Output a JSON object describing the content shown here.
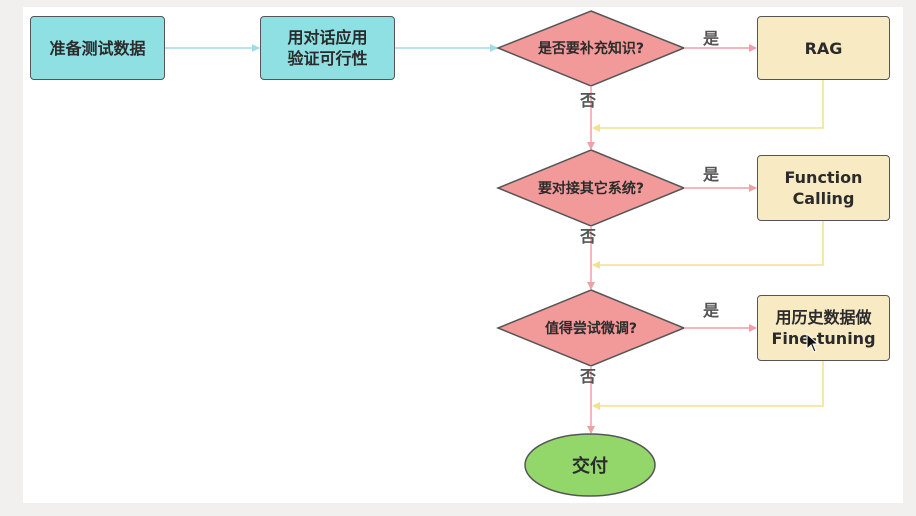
{
  "nodes": {
    "prepare_data": "准备测试数据",
    "chat_app": "用对话应用\n验证可行性",
    "q_knowledge": "是否要补充知识?",
    "rag": "RAG",
    "q_integrate": "要对接其它系统?",
    "function_calling": "Function\nCalling",
    "q_finetune": "值得尝试微调?",
    "finetune": "用历史数据做\nFine-tuning",
    "deliver": "交付"
  },
  "edge_labels": {
    "yes": "是",
    "no": "否"
  },
  "colors": {
    "teal_box": "#8fe0e2",
    "tan_box": "#f8ebc4",
    "diamond": "#f29a99",
    "oval": "#93d76a",
    "arrow_teal": "#9fdbe8",
    "arrow_pink": "#f0a0a6",
    "arrow_yellow": "#f4e08e"
  }
}
